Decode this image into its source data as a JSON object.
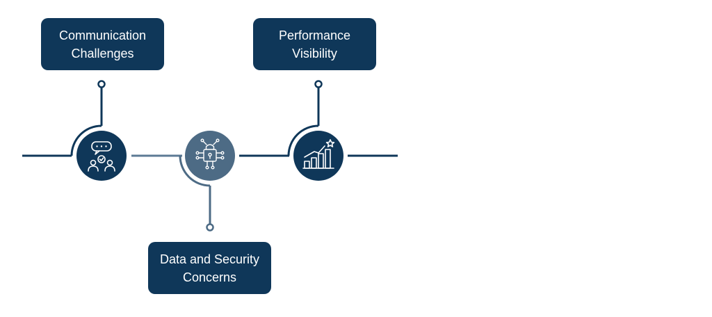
{
  "colors": {
    "primary": "#0f3759",
    "secondary": "#4d6b85",
    "connector_light": "#5c7a94",
    "text": "#ffffff",
    "background": "#ffffff"
  },
  "nodes": [
    {
      "id": "communication",
      "icon": "chat-people-icon",
      "label_line1": "Communication",
      "label_line2": "Challenges",
      "position": "top"
    },
    {
      "id": "data",
      "icon": "security-lock-circuit-icon",
      "label_line1": "Data and Security",
      "label_line2": "Concerns",
      "position": "bottom"
    },
    {
      "id": "performance",
      "icon": "growth-chart-star-icon",
      "label_line1": "Performance",
      "label_line2": "Visibility",
      "position": "top"
    }
  ]
}
